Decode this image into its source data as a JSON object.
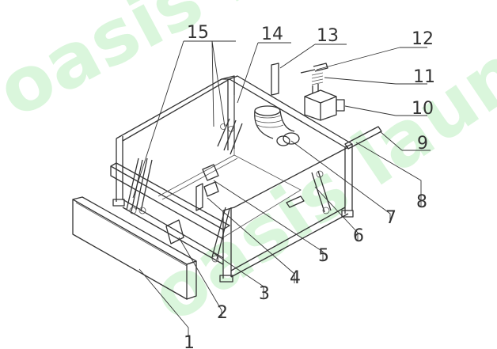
{
  "watermark": {
    "text": "oasis laundry",
    "color": "#bdf0c0"
  },
  "callouts": [
    "1",
    "2",
    "3",
    "4",
    "5",
    "6",
    "7",
    "8",
    "9",
    "10",
    "11",
    "12",
    "13",
    "14",
    "15"
  ],
  "colors": {
    "line": "#333333",
    "background": "#ffffff"
  }
}
